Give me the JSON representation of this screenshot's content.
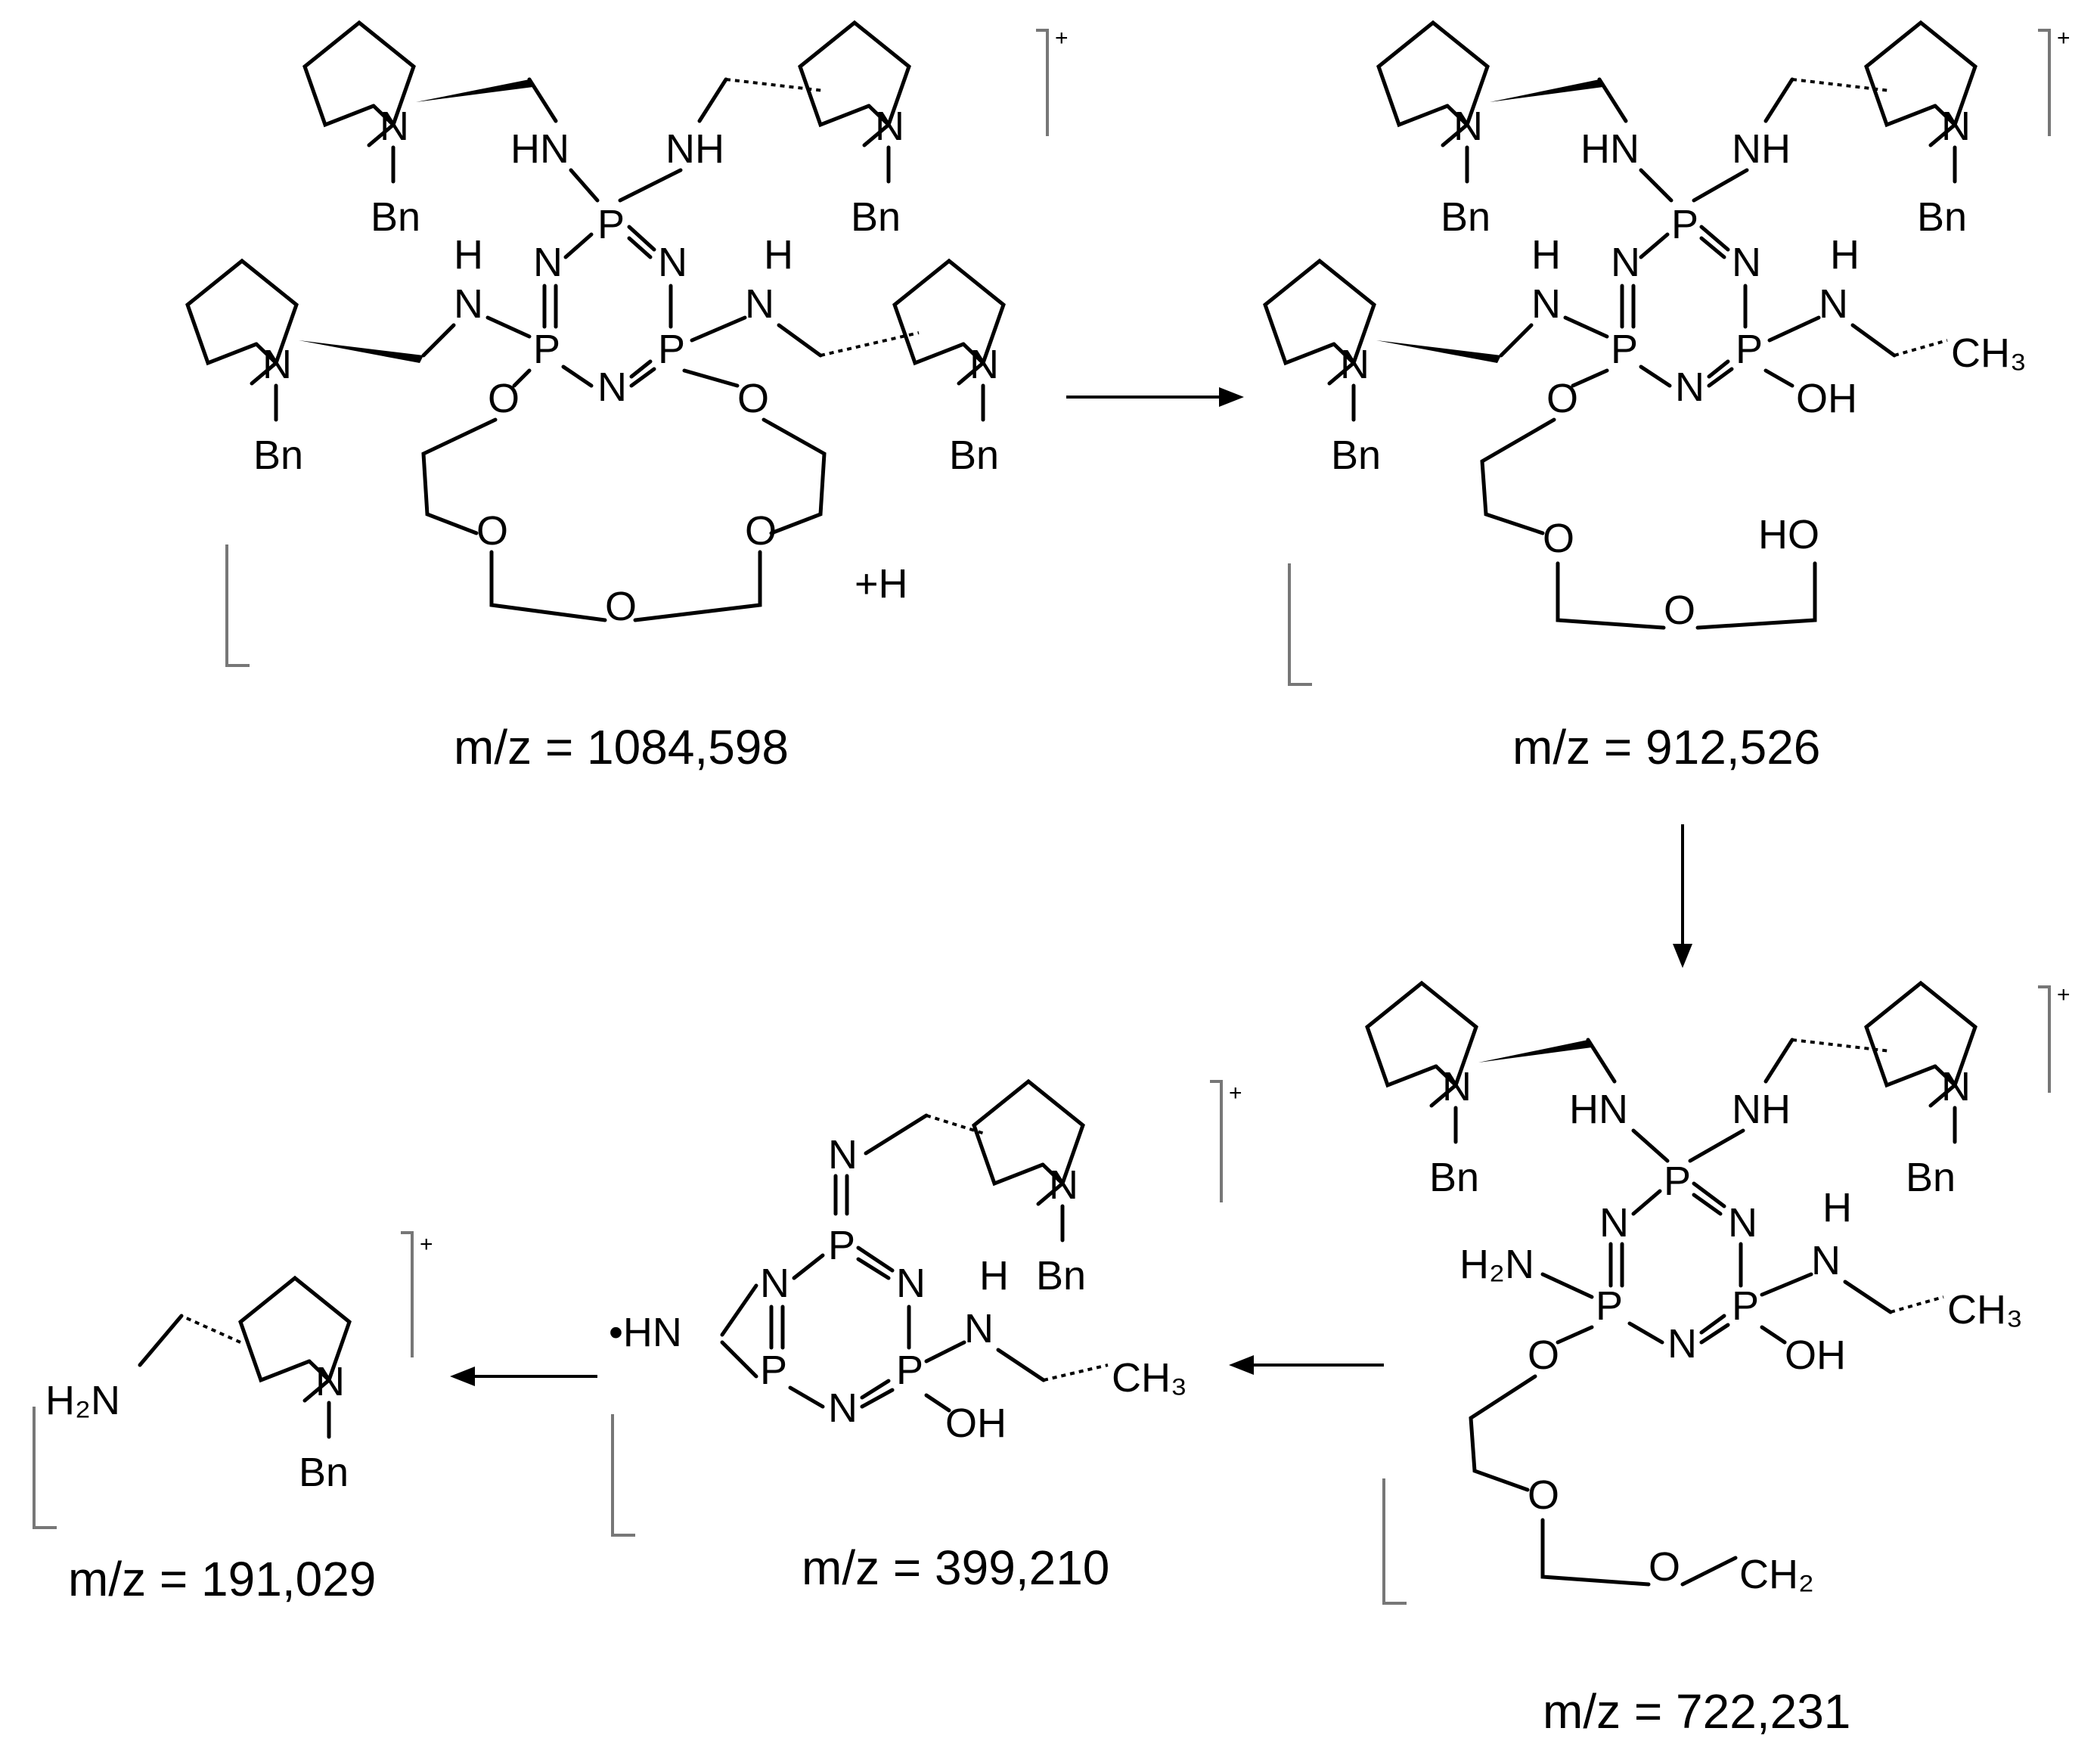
{
  "labels": {
    "N": "N",
    "P": "P",
    "O": "O",
    "H": "H",
    "HN": "HN",
    "NH": "NH",
    "Bn": "Bn",
    "OH": "OH",
    "HO": "HO",
    "CH3": "CH₃",
    "CH2": "CH₂",
    "H2N": "H₂N",
    "plusH": "+H",
    "radicalHN": "•HN",
    "charge": "+"
  },
  "species": [
    {
      "id": "s1",
      "mz_label": "m/z = 1084,598"
    },
    {
      "id": "s2",
      "mz_label": "m/z = 912,526"
    },
    {
      "id": "s3",
      "mz_label": "m/z = 722,231"
    },
    {
      "id": "s4",
      "mz_label": "m/z = 399,210"
    },
    {
      "id": "s5",
      "mz_label": "m/z = 191,029"
    }
  ],
  "colors": {
    "ink": "#000000",
    "bracket": "#777777"
  }
}
